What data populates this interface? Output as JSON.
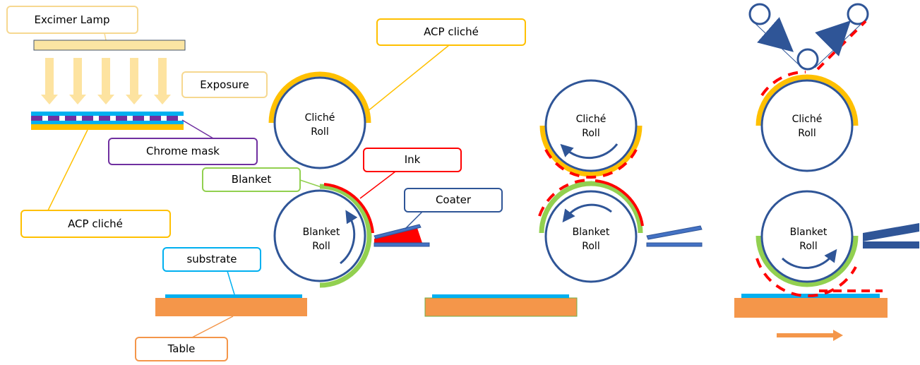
{
  "labels": {
    "excimer_lamp": "Excimer Lamp",
    "exposure": "Exposure",
    "chrome_mask": "Chrome mask",
    "acp_cliche_left": "ACP cliché",
    "acp_cliche_top": "ACP cliché",
    "ink": "Ink",
    "blanket": "Blanket",
    "coater": "Coater",
    "substrate": "substrate",
    "table": "Table"
  },
  "rolls": {
    "cliche_line1": "Cliché",
    "cliche_line2": "Roll",
    "blanket_line1": "Blanket",
    "blanket_line2": "Roll"
  },
  "colors": {
    "lamp": "#FBE5A3",
    "light_arrow": "#FDE3A0",
    "cliche_yellow": "#FFC000",
    "mask_purple": "#7030A0",
    "substrate_blue": "#00B0F0",
    "blanket_green": "#92D050",
    "ink_red": "#FF0000",
    "roll_blue": "#2F5597",
    "coater_blue": "#4472C4",
    "table_orange": "#F4964A",
    "lamp_box_border": "#F6D890",
    "cliche_box_border": "#FFC000",
    "chrome_box_border": "#7030A0",
    "ink_box_border": "#FF0000",
    "blanket_box_border": "#92D050",
    "coater_box_border": "#2F5597",
    "substrate_box_border": "#00B0F0",
    "table_box_border": "#F4964A"
  }
}
